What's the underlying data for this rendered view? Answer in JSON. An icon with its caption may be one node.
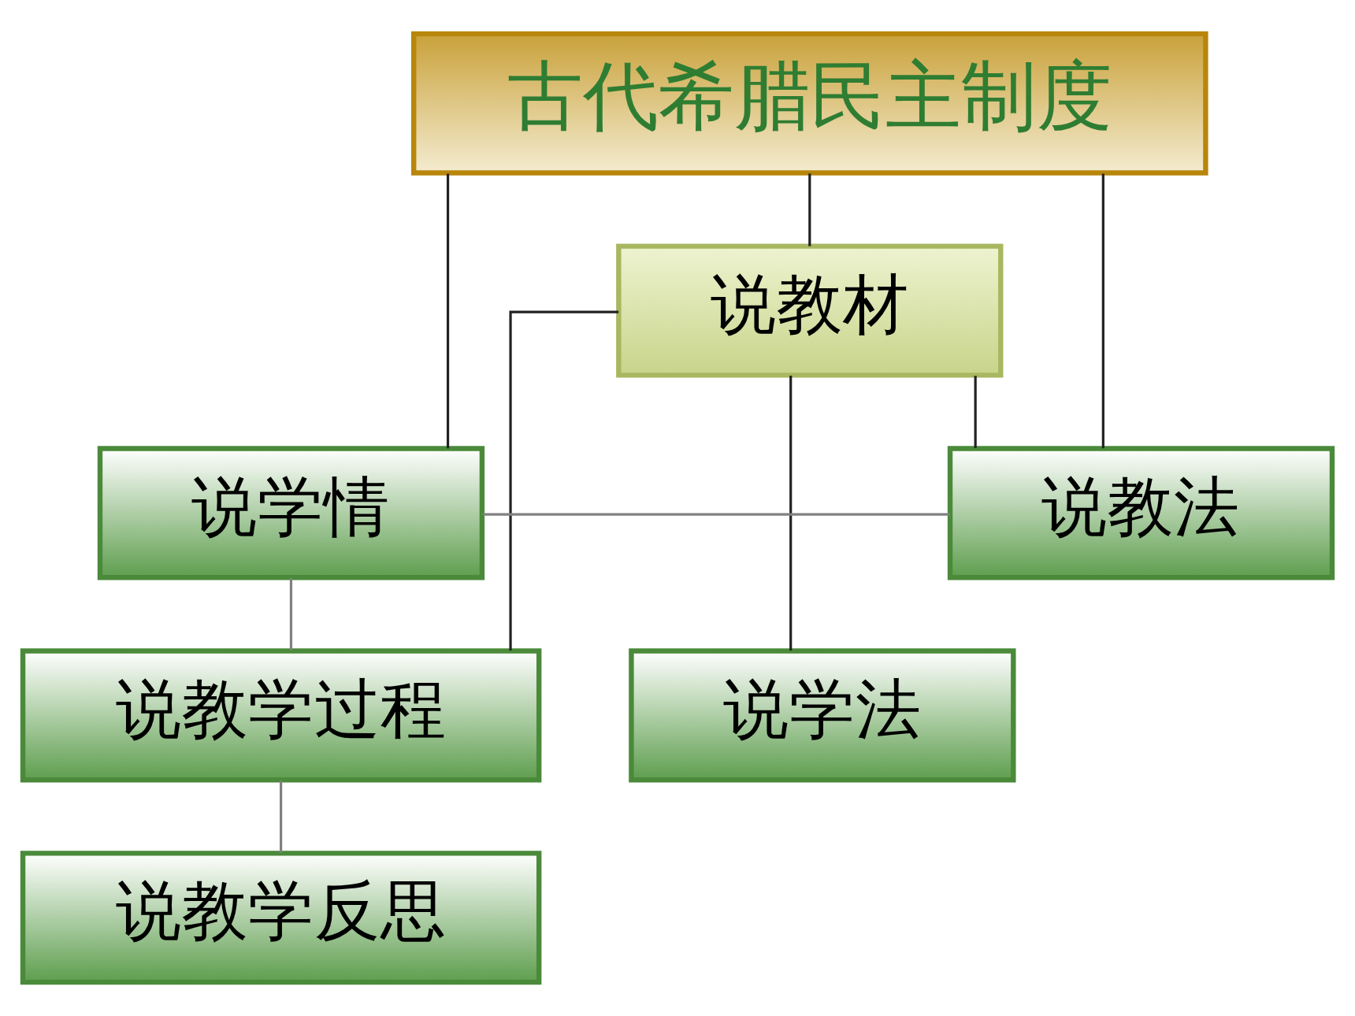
{
  "diagram": {
    "nodes": [
      {
        "text": [
          "古代希腊民主制度"
        ]
      },
      {
        "text": [
          "说教材"
        ]
      },
      {
        "text": [
          "说学情"
        ]
      },
      {
        "text": [
          "说教法"
        ]
      },
      {
        "text": [
          "说教学过程"
        ]
      },
      {
        "text": [
          "说学法"
        ]
      },
      {
        "text": [
          "说教学反思"
        ]
      }
    ],
    "edges": [
      {
        "from": 0,
        "to": 1,
        "arrow": "none"
      },
      {
        "from": 1,
        "to": 4,
        "arrow": "none"
      },
      {
        "from": 0,
        "to": 2,
        "arrow": "none"
      },
      {
        "from": 0,
        "to": 3,
        "arrow": "none"
      },
      {
        "from": 1,
        "to": 3,
        "arrow": "none"
      },
      {
        "from": 1,
        "to": 5,
        "arrow": "none"
      },
      {
        "from": 2,
        "to": 3,
        "arrow": "none",
        "color": "#808080"
      },
      {
        "from": 2,
        "to": 4,
        "arrow": "none",
        "color": "#808080"
      },
      {
        "from": 4,
        "to": 6,
        "arrow": "none",
        "color": "#808080"
      }
    ]
  }
}
